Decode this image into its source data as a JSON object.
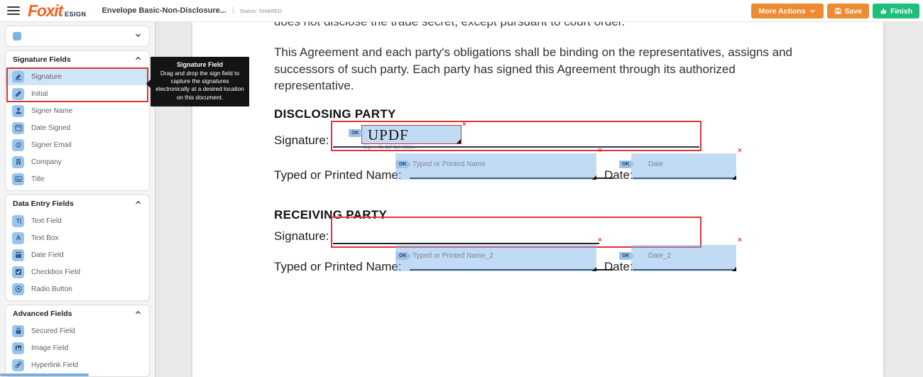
{
  "header": {
    "brand_name": "Foxit",
    "brand_suffix": "ESIGN",
    "envelope_name": "Envelope Basic-Non-Disclosure...",
    "separator": "|",
    "status_text": "Status: SHARED",
    "buttons": {
      "more_actions": "More Actions",
      "save": "Save",
      "finish": "Finish"
    },
    "colors": {
      "accent_orange": "#EE8A30",
      "accent_green": "#1FBE79"
    }
  },
  "sidebar": {
    "sections": [
      {
        "title": "Signature Fields",
        "items": [
          {
            "label": "Signature",
            "icon": "signature-icon",
            "selected": true
          },
          {
            "label": "Initial",
            "icon": "initial-pen-icon"
          },
          {
            "label": "Signer Name",
            "icon": "signer-name-icon"
          },
          {
            "label": "Date Signed",
            "icon": "date-signed-icon"
          },
          {
            "label": "Signer Email",
            "icon": "signer-email-icon"
          },
          {
            "label": "Company",
            "icon": "company-icon"
          },
          {
            "label": "Title",
            "icon": "title-icon"
          }
        ]
      },
      {
        "title": "Data Entry Fields",
        "items": [
          {
            "label": "Text Field",
            "icon": "text-field-icon"
          },
          {
            "label": "Text Box",
            "icon": "text-box-icon"
          },
          {
            "label": "Date Field",
            "icon": "date-field-icon"
          },
          {
            "label": "Checkbox Field",
            "icon": "checkbox-field-icon"
          },
          {
            "label": "Radio Button",
            "icon": "radio-button-icon"
          }
        ]
      },
      {
        "title": "Advanced Fields",
        "items": [
          {
            "label": "Secured Field",
            "icon": "secured-field-icon"
          },
          {
            "label": "Image Field",
            "icon": "image-field-icon"
          },
          {
            "label": "Hyperlink Field",
            "icon": "hyperlink-field-icon"
          }
        ]
      }
    ]
  },
  "tooltip": {
    "title": "Signature Field",
    "body": "Drag and drop the sign field to capture the signatures electronically at a desired location on this document."
  },
  "document": {
    "clipped_line": "does not disclose the trade secret, except pursuant to court order.",
    "paragraph": "This Agreement and each party's obligations shall be binding on the representatives, assigns and successors of such party. Each party has signed this Agreement through its authorized representative.",
    "ok_badge": "OK",
    "disclosing": {
      "heading": "DISCLOSING PARTY",
      "signature_label": "Signature:",
      "signature_value": "UPDF",
      "signer_id": "Signer ID: CJFCJIV2211...",
      "name_label": "Typed or Printed Name:",
      "name_placeholder": "Typed or Printed Name",
      "date_label": "Date:",
      "date_placeholder": "Date"
    },
    "receiving": {
      "heading": "RECEIVING PARTY",
      "signature_label": "Signature:",
      "name_label": "Typed or Printed Name:",
      "name_placeholder": "Typed or Printed Name_2",
      "date_label": "Date:",
      "date_placeholder": "Date_2"
    }
  },
  "glyphs": {
    "close": "×",
    "caret": "▾"
  }
}
